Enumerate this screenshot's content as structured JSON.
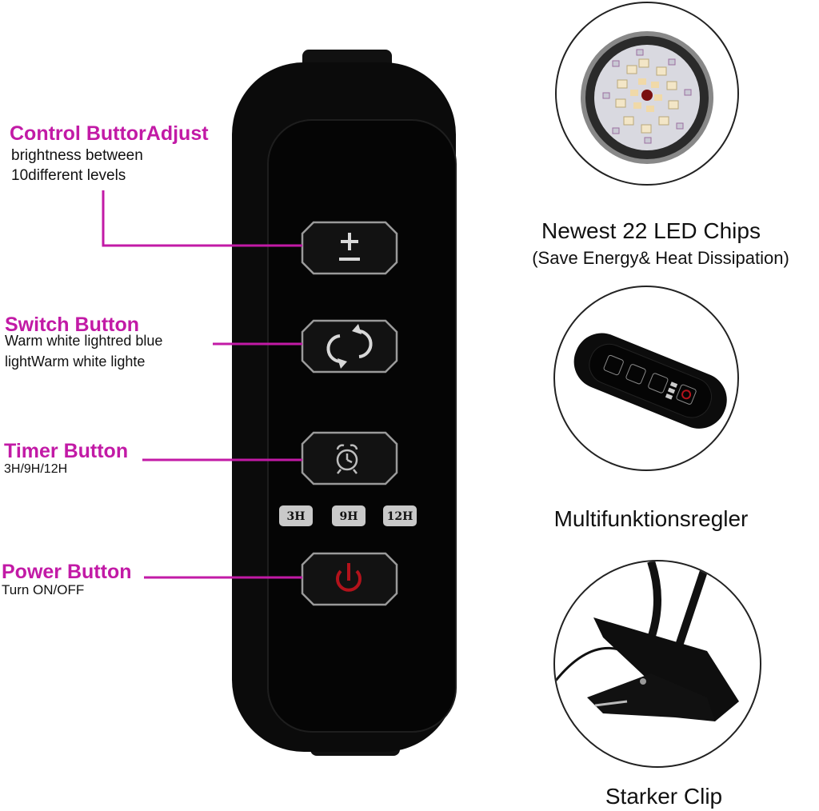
{
  "callouts": {
    "control": {
      "title": "Control ButtorAdjust",
      "desc1": "brightness between",
      "desc2": "10different levels"
    },
    "switch": {
      "title": "Switch Button",
      "desc1": "Warm white lightred blue",
      "desc2": "lightWarm white lighte"
    },
    "timer": {
      "title": "Timer Button",
      "desc1": "3H/9H/12H"
    },
    "power": {
      "title": "Power Button",
      "desc1": "Turn ON/OFF"
    }
  },
  "remote": {
    "buttons": [
      "plus-minus",
      "cycle",
      "alarm-clock",
      "power"
    ],
    "timer_labels": [
      "3H",
      "9H",
      "12H"
    ]
  },
  "panels": {
    "led": {
      "caption1": "Newest 22 LED Chips",
      "caption2": "(Save Energy& Heat Dissipation)"
    },
    "controller": {
      "caption1": "Multifunktionsregler"
    },
    "clip": {
      "caption1": "Starker Clip"
    }
  },
  "colors": {
    "accent": "#c21aa6",
    "power_icon": "#b3121b",
    "body": "#0b0b0b"
  }
}
